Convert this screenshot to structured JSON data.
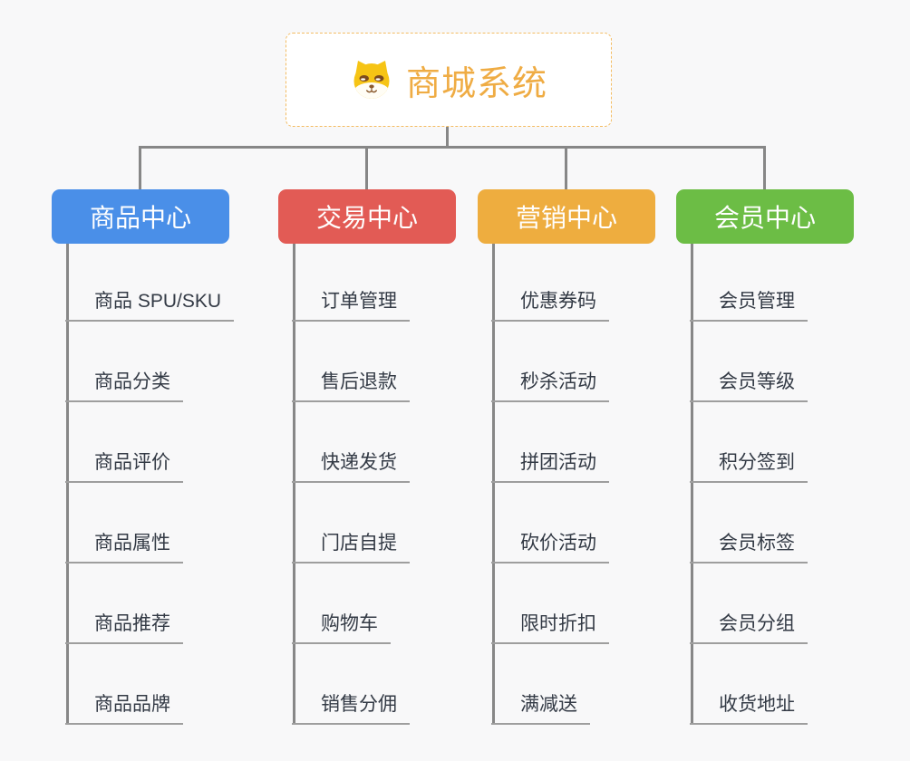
{
  "root": {
    "title": "商城系统",
    "icon": "shiba-dog-face-icon",
    "title_color": "#efac44",
    "border_color": "#f3bc63"
  },
  "branches": [
    {
      "id": "product-center",
      "label": "商品中心",
      "color": "#4a8fe8",
      "items": [
        "商品 SPU/SKU",
        "商品分类",
        "商品评价",
        "商品属性",
        "商品推荐",
        "商品品牌"
      ]
    },
    {
      "id": "trade-center",
      "label": "交易中心",
      "color": "#e25b55",
      "items": [
        "订单管理",
        "售后退款",
        "快递发货",
        "门店自提",
        "购物车",
        "销售分佣"
      ]
    },
    {
      "id": "marketing-center",
      "label": "营销中心",
      "color": "#eead3f",
      "items": [
        "优惠券码",
        "秒杀活动",
        "拼团活动",
        "砍价活动",
        "限时折扣",
        "满减送"
      ]
    },
    {
      "id": "member-center",
      "label": "会员中心",
      "color": "#6cbd45",
      "items": [
        "会员管理",
        "会员等级",
        "积分签到",
        "会员标签",
        "会员分组",
        "收货地址"
      ]
    }
  ],
  "palette": {
    "connector": "#878787",
    "underline": "#9e9e9e",
    "background": "#f8f8f9"
  }
}
